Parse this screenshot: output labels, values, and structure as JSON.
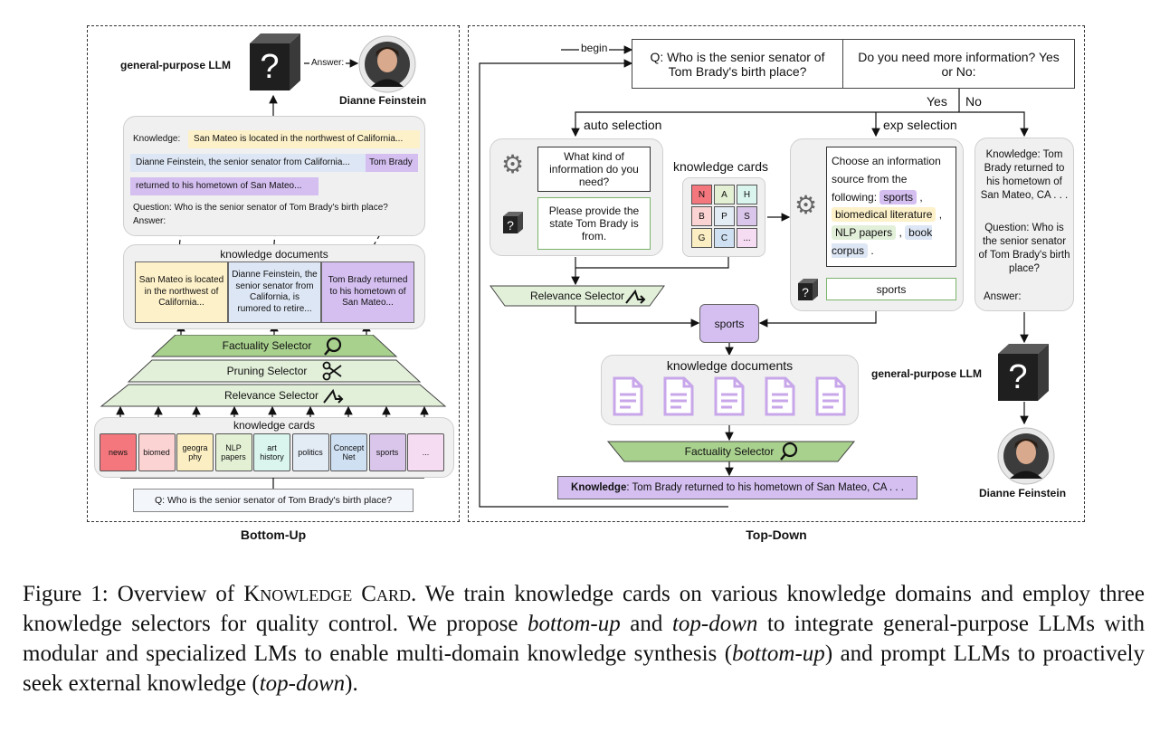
{
  "bottom_up": {
    "panel_label": "Bottom-Up",
    "llm_label": "general-purpose LLM",
    "answer_label": "Answer:",
    "person_name": "Dianne Feinstein",
    "prompt": {
      "knowledge_prefix": "Knowledge:",
      "lines": [
        "San Mateo is located in the northwest of California...",
        "Dianne Feinstein, the senior senator from California...",
        "Tom Brady",
        "returned to his hometown of San Mateo..."
      ],
      "question": "Question: Who is the senior senator of Tom Brady's birth place?",
      "answer": "Answer:"
    },
    "documents": {
      "title": "knowledge documents",
      "items": [
        "San Mateo is located in the northwest of California...",
        "Dianne Feinstein, the senior senator from California, is rumored to retire...",
        "Tom Brady returned to his hometown of San Mateo..."
      ]
    },
    "selectors": [
      "Factuality Selector",
      "Pruning Selector",
      "Relevance Selector"
    ],
    "cards": {
      "title": "knowledge cards",
      "items": [
        "news",
        "biomed",
        "geogra phy",
        "NLP papers",
        "art history",
        "politics",
        "Concept Net",
        "sports",
        "..."
      ]
    },
    "question": "Q: Who is the senior senator of Tom Brady's birth place?"
  },
  "top_down": {
    "panel_label": "Top-Down",
    "begin": "begin",
    "question": "Q: Who is the senior senator of Tom Brady's birth place?",
    "more_info": "Do you need more information? Yes or No:",
    "yes": "Yes",
    "no": "No",
    "auto_selection": "auto selection",
    "exp_selection": "exp selection",
    "auto_query": "What kind of information do you need?",
    "auto_answer": "Please provide the state Tom Brady is from.",
    "cards_title": "knowledge cards",
    "grid": [
      "N",
      "A",
      "H",
      "B",
      "P",
      "S",
      "G",
      "C",
      "..."
    ],
    "exp_prompt": "Choose an information source from the following:",
    "exp_options": [
      "sports",
      "biomedical literature",
      "NLP papers",
      "book corpus"
    ],
    "exp_choice": "sports",
    "relevance_selector": "Relevance Selector",
    "sports_node": "sports",
    "documents_title": "knowledge documents",
    "factuality_selector": "Factuality Selector",
    "knowledge_bold": "Knowledge",
    "knowledge_text": ": Tom Brady returned to his hometown of San Mateo, CA . . .",
    "right_prompt": {
      "knowledge": "Knowledge: Tom Brady returned to his hometown of San Mateo, CA . . .",
      "question": "Question: Who is the senior senator of Tom Brady's birth place?",
      "answer": "Answer:"
    },
    "llm_label": "general-purpose LLM",
    "person_name": "Dianne Feinstein"
  },
  "caption": {
    "prefix": "Figure 1: Overview of ",
    "name": "Knowledge Card",
    "part1": ". We train knowledge cards on various knowledge domains and employ three knowledge selectors for quality control. We propose ",
    "bottom_up": "bottom-up",
    "part2": " and ",
    "top_down": "top-down",
    "part3": " to integrate general-purpose LLMs with modular and specialized LMs to enable multi-domain knowledge synthesis (",
    "bottom_up2": "bottom-up",
    "part4": ") and prompt LLMs to proactively seek external knowledge (",
    "top_down2": "top-down",
    "part5": ")."
  },
  "colors": {
    "cards": [
      "#f4777d",
      "#fbd3d3",
      "#fbeec2",
      "#e3f0d3",
      "#d9f5ee",
      "#e3ebf5",
      "#cfe0f2",
      "#d9c6ea",
      "#f6dcf2"
    ],
    "selector_dark": "#a9d18e",
    "selector_light": "#e2efd9",
    "purple": "#d4bff0",
    "yellow": "#fdf1c9",
    "blue": "#dde6f4"
  }
}
